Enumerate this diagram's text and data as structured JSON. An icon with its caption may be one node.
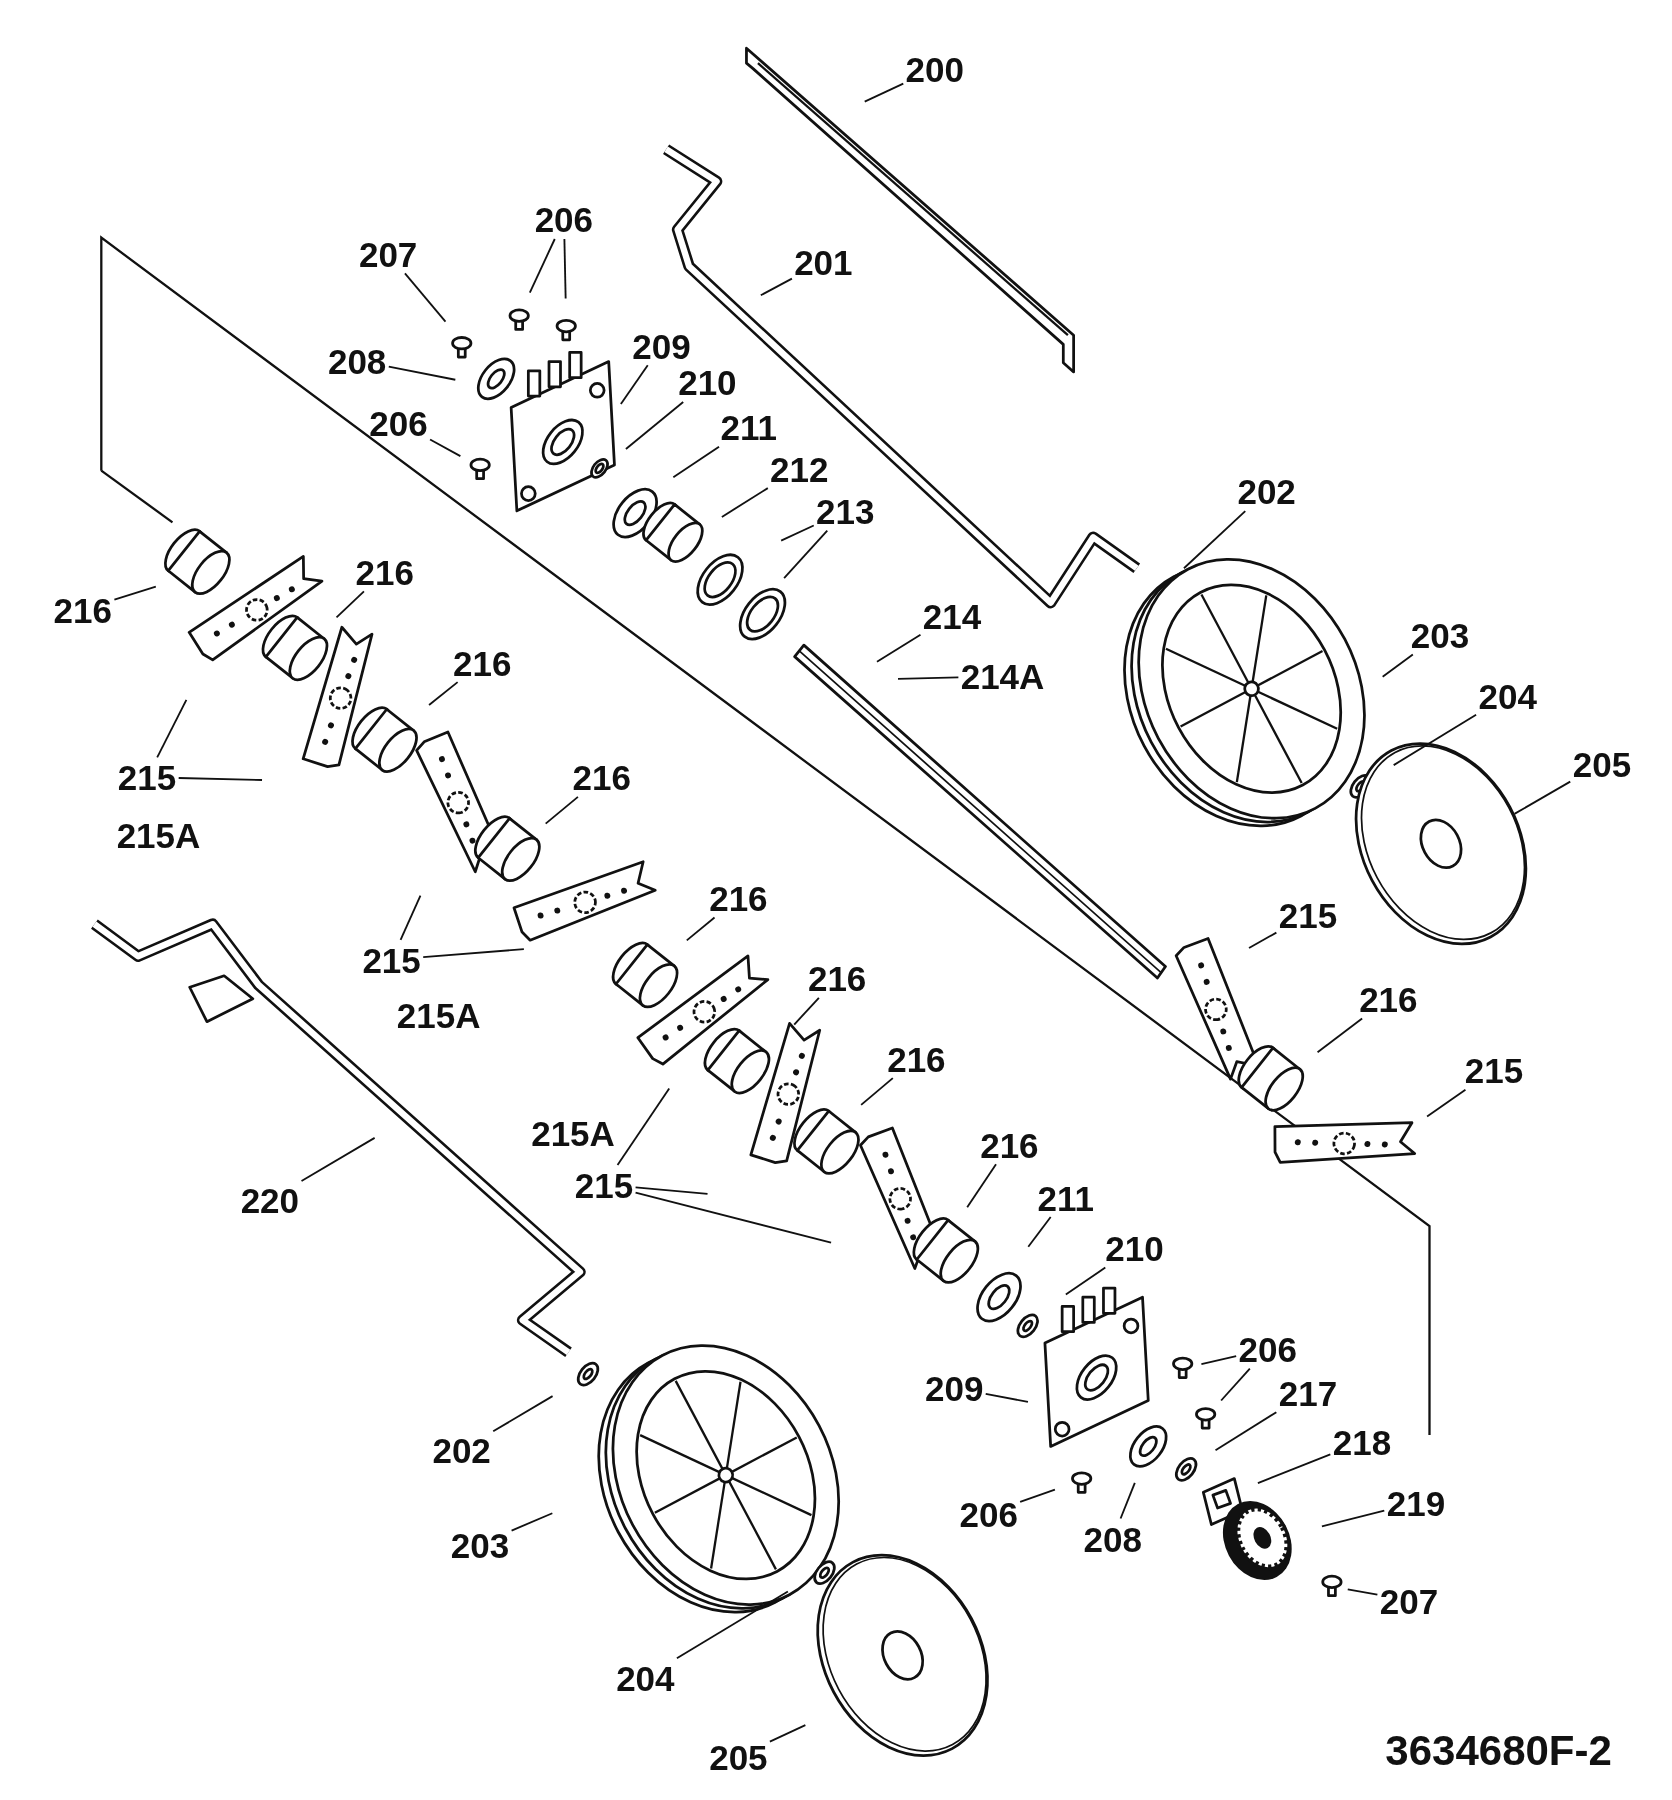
{
  "diagram": {
    "nodes": [
      {
        "text": [
          "200"
        ]
      },
      {
        "text": [
          "201"
        ]
      },
      {
        "text": [
          "206"
        ]
      },
      {
        "text": [
          "207"
        ]
      },
      {
        "text": [
          "208"
        ]
      },
      {
        "text": [
          "209"
        ]
      },
      {
        "text": [
          "210"
        ]
      },
      {
        "text": [
          "206"
        ]
      },
      {
        "text": [
          "211"
        ]
      },
      {
        "text": [
          "212"
        ]
      },
      {
        "text": [
          "213"
        ]
      },
      {
        "text": [
          "202"
        ]
      },
      {
        "text": [
          "216"
        ]
      },
      {
        "text": [
          "216"
        ]
      },
      {
        "text": [
          "214"
        ]
      },
      {
        "text": [
          "214A"
        ]
      },
      {
        "text": [
          "203"
        ]
      },
      {
        "text": [
          "216"
        ]
      },
      {
        "text": [
          "204"
        ]
      },
      {
        "text": [
          "205"
        ]
      },
      {
        "text": [
          "215"
        ]
      },
      {
        "text": [
          "216"
        ]
      },
      {
        "text": [
          "216"
        ]
      },
      {
        "text": [
          "215"
        ]
      },
      {
        "text": [
          "215"
        ]
      },
      {
        "text": [
          "216"
        ]
      },
      {
        "text": [
          "216"
        ]
      },
      {
        "text": [
          "216"
        ]
      },
      {
        "text": [
          "215"
        ]
      },
      {
        "text": [
          "216"
        ]
      },
      {
        "text": [
          "220"
        ]
      },
      {
        "text": [
          "215"
        ]
      },
      {
        "text": [
          "211"
        ]
      },
      {
        "text": [
          "210"
        ]
      },
      {
        "text": [
          "209"
        ]
      },
      {
        "text": [
          "206"
        ]
      },
      {
        "text": [
          "217"
        ]
      },
      {
        "text": [
          "218"
        ]
      },
      {
        "text": [
          "202"
        ]
      },
      {
        "text": [
          "219"
        ]
      },
      {
        "text": [
          "206"
        ]
      },
      {
        "text": [
          "208"
        ]
      },
      {
        "text": [
          "203"
        ]
      },
      {
        "text": [
          "207"
        ]
      },
      {
        "text": [
          "204"
        ]
      },
      {
        "text": [
          "205"
        ]
      }
    ],
    "edges": [
      {
        "from": 0,
        "to": null,
        "arrow": "none"
      },
      {
        "from": 1,
        "to": null,
        "arrow": "none"
      },
      {
        "from": 2,
        "to": null,
        "arrow": "none"
      },
      {
        "from": 2,
        "to": null,
        "arrow": "none"
      },
      {
        "from": 3,
        "to": null,
        "arrow": "none"
      },
      {
        "from": 4,
        "to": null,
        "arrow": "none"
      },
      {
        "from": 5,
        "to": null,
        "arrow": "none"
      },
      {
        "from": 6,
        "to": null,
        "arrow": "none"
      },
      {
        "from": 7,
        "to": null,
        "arrow": "none"
      },
      {
        "from": 8,
        "to": null,
        "arrow": "none"
      },
      {
        "from": 9,
        "to": null,
        "arrow": "none"
      },
      {
        "from": 10,
        "to": null,
        "arrow": "none"
      },
      {
        "from": 10,
        "to": null,
        "arrow": "none"
      },
      {
        "from": 11,
        "to": null,
        "arrow": "none"
      },
      {
        "from": 12,
        "to": null,
        "arrow": "none"
      },
      {
        "from": 13,
        "to": null,
        "arrow": "none"
      },
      {
        "from": 14,
        "to": null,
        "arrow": "none"
      },
      {
        "from": 15,
        "to": null,
        "arrow": "none"
      },
      {
        "from": 16,
        "to": null,
        "arrow": "none"
      },
      {
        "from": 17,
        "to": null,
        "arrow": "none"
      },
      {
        "from": 18,
        "to": null,
        "arrow": "none"
      },
      {
        "from": 19,
        "to": null,
        "arrow": "none"
      },
      {
        "from": 20,
        "to": null,
        "arrow": "none"
      },
      {
        "from": 20,
        "to": null,
        "arrow": "none"
      },
      {
        "from": 21,
        "to": null,
        "arrow": "none"
      },
      {
        "from": 22,
        "to": null,
        "arrow": "none"
      },
      {
        "from": 23,
        "to": null,
        "arrow": "none"
      },
      {
        "from": 24,
        "to": null,
        "arrow": "none"
      },
      {
        "from": 24,
        "to": null,
        "arrow": "none"
      },
      {
        "from": 25,
        "to": null,
        "arrow": "none"
      },
      {
        "from": 26,
        "to": null,
        "arrow": "none"
      },
      {
        "from": 27,
        "to": null,
        "arrow": "none"
      },
      {
        "from": 28,
        "to": null,
        "arrow": "none"
      },
      {
        "from": 29,
        "to": null,
        "arrow": "none"
      },
      {
        "from": 30,
        "to": null,
        "arrow": "none"
      },
      {
        "from": 31,
        "to": null,
        "arrow": "none"
      },
      {
        "from": 31,
        "to": null,
        "arrow": "none"
      },
      {
        "from": 31,
        "to": null,
        "arrow": "none"
      },
      {
        "from": 32,
        "to": null,
        "arrow": "none"
      },
      {
        "from": 33,
        "to": null,
        "arrow": "none"
      },
      {
        "from": 34,
        "to": null,
        "arrow": "none"
      },
      {
        "from": 35,
        "to": null,
        "arrow": "none"
      },
      {
        "from": 35,
        "to": null,
        "arrow": "none"
      },
      {
        "from": 36,
        "to": null,
        "arrow": "none"
      },
      {
        "from": 37,
        "to": null,
        "arrow": "none"
      },
      {
        "from": 38,
        "to": null,
        "arrow": "none"
      },
      {
        "from": 39,
        "to": null,
        "arrow": "none"
      },
      {
        "from": 40,
        "to": null,
        "arrow": "none"
      },
      {
        "from": 41,
        "to": null,
        "arrow": "none"
      },
      {
        "from": 42,
        "to": null,
        "arrow": "none"
      },
      {
        "from": 43,
        "to": null,
        "arrow": "none"
      },
      {
        "from": 44,
        "to": null,
        "arrow": "none"
      },
      {
        "from": 45,
        "to": null,
        "arrow": "none"
      }
    ],
    "labels": [
      "215A",
      "215A",
      "215A",
      "3634680F-2"
    ]
  }
}
